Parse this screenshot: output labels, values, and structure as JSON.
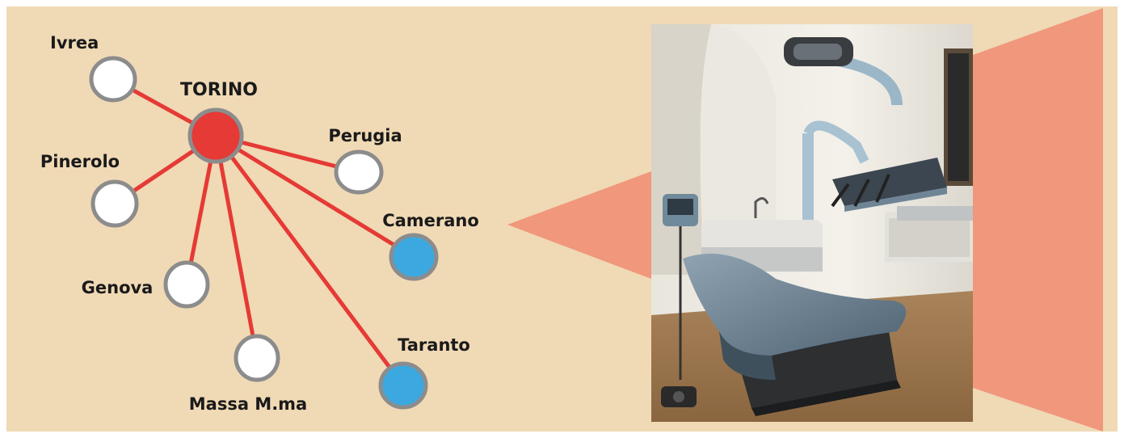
{
  "network": {
    "hub": {
      "name": "TORINO",
      "color": "#e53a35"
    },
    "cities": [
      {
        "name": "Ivrea",
        "color": "#ffffff"
      },
      {
        "name": "Pinerolo",
        "color": "#ffffff"
      },
      {
        "name": "Perugia",
        "color": "#ffffff"
      },
      {
        "name": "Camerano",
        "color": "#3ba9e0"
      },
      {
        "name": "Genova",
        "color": "#ffffff"
      },
      {
        "name": "Massa M.ma",
        "color": "#ffffff"
      },
      {
        "name": "Taranto",
        "color": "#3ba9e0"
      }
    ]
  },
  "colors": {
    "background": "#f0d9b5",
    "connector": "#e53a35",
    "callout": "#f0977c",
    "node_outline": "#8c8c8c"
  },
  "photo": {
    "subject": "dental-chair-clinic-photo"
  }
}
